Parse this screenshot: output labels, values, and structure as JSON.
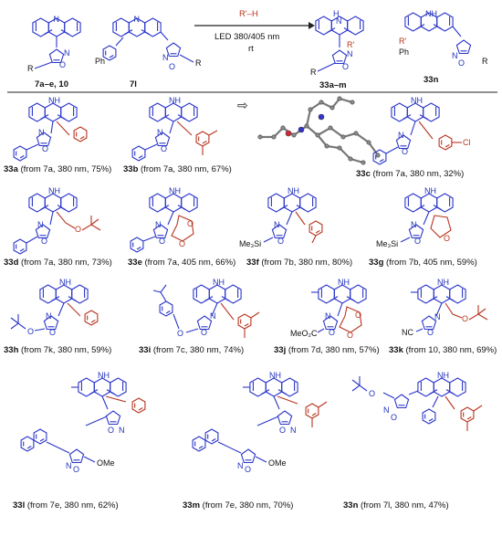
{
  "header": {
    "reagent_top": "R'–H",
    "reagent_mid": "LED 380/405 nm",
    "reagent_bottom": "rt",
    "sm1_label": "7a–e, 10",
    "sm2_label": "7l",
    "product1_label": "33a–m",
    "product2_label": "33n"
  },
  "atoms": {
    "N": "N",
    "O": "O",
    "NH": "NH",
    "R": "R",
    "Rp": "R'",
    "Ph": "Ph",
    "H": "H",
    "Cl": "Cl",
    "OMe": "OMe",
    "Me3Si": "Me₃Si",
    "MeO2C": "MeO₂C",
    "NC": "NC"
  },
  "products": [
    {
      "id": "33a",
      "cond": " (from 7a, 380 nm, 75%)"
    },
    {
      "id": "33b",
      "cond": " (from 7a, 380 nm, 67%)"
    },
    {
      "id": "33c",
      "cond": " (from 7a, 380 nm, 32%)"
    },
    {
      "id": "33d",
      "cond": " (from 7a, 380 nm, 73%)"
    },
    {
      "id": "33e",
      "cond": " (from 7a, 405 nm, 66%)"
    },
    {
      "id": "33f",
      "cond": " (from 7b, 380 nm, 80%)"
    },
    {
      "id": "33g",
      "cond": " (from 7b, 405 nm, 59%)"
    },
    {
      "id": "33h",
      "cond": " (from 7k, 380 nm, 59%)"
    },
    {
      "id": "33i",
      "cond": " (from 7c, 380 nm, 74%)"
    },
    {
      "id": "33j",
      "cond": " (from 7d, 380 nm, 57%)"
    },
    {
      "id": "33k",
      "cond": " (from 10, 380 nm, 69%)"
    },
    {
      "id": "33l",
      "cond": " (from 7e, 380 nm, 62%)"
    },
    {
      "id": "33m",
      "cond": " (from 7e, 380 nm, 70%)"
    },
    {
      "id": "33n",
      "cond": " (from 7l, 380 nm, 47%)"
    }
  ],
  "colors": {
    "blue": "#2a35c8",
    "red": "#b8341f",
    "black": "#222222"
  }
}
